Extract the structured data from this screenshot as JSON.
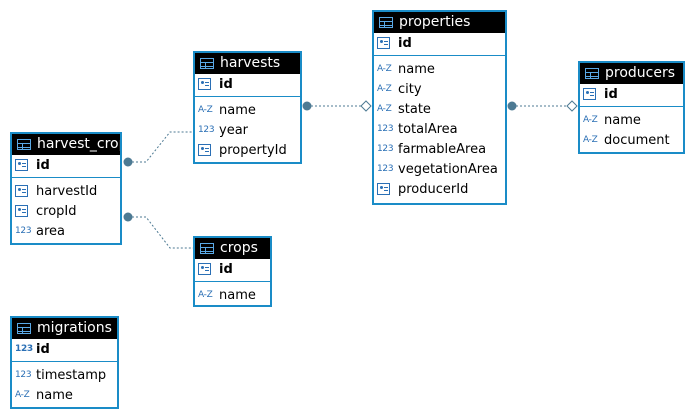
{
  "colors": {
    "border": "#1a8cc7",
    "header_bg": "#000000",
    "connector": "#4d7a93",
    "icon": "#2a6fb5"
  },
  "tables": {
    "harvest_crop": {
      "name": "harvest_crop",
      "pk": {
        "icon": "key-column-icon",
        "name": "id"
      },
      "columns": [
        {
          "icon": "key-column-icon",
          "name": "harvestId"
        },
        {
          "icon": "key-column-icon",
          "name": "cropId"
        },
        {
          "icon": "123",
          "name": "area"
        }
      ]
    },
    "harvests": {
      "name": "harvests",
      "pk": {
        "icon": "key-column-icon",
        "name": "id"
      },
      "columns": [
        {
          "icon": "A-Z",
          "name": "name"
        },
        {
          "icon": "123",
          "name": "year"
        },
        {
          "icon": "key-column-icon",
          "name": "propertyId"
        }
      ]
    },
    "crops": {
      "name": "crops",
      "pk": {
        "icon": "key-column-icon",
        "name": "id"
      },
      "columns": [
        {
          "icon": "A-Z",
          "name": "name"
        }
      ]
    },
    "properties": {
      "name": "properties",
      "pk": {
        "icon": "key-column-icon",
        "name": "id"
      },
      "columns": [
        {
          "icon": "A-Z",
          "name": "name"
        },
        {
          "icon": "A-Z",
          "name": "city"
        },
        {
          "icon": "A-Z",
          "name": "state"
        },
        {
          "icon": "123",
          "name": "totalArea"
        },
        {
          "icon": "123",
          "name": "farmableArea"
        },
        {
          "icon": "123",
          "name": "vegetationArea"
        },
        {
          "icon": "key-column-icon",
          "name": "producerId"
        }
      ]
    },
    "producers": {
      "name": "producers",
      "pk": {
        "icon": "key-column-icon",
        "name": "id"
      },
      "columns": [
        {
          "icon": "A-Z",
          "name": "name"
        },
        {
          "icon": "A-Z",
          "name": "document"
        }
      ]
    },
    "migrations": {
      "name": "migrations",
      "pk": {
        "icon": "123",
        "name": "id"
      },
      "columns": [
        {
          "icon": "123",
          "name": "timestamp"
        },
        {
          "icon": "A-Z",
          "name": "name"
        }
      ]
    }
  },
  "relations": [
    {
      "from": "harvest_crop",
      "to": "harvests"
    },
    {
      "from": "harvest_crop",
      "to": "crops"
    },
    {
      "from": "harvests",
      "to": "properties"
    },
    {
      "from": "properties",
      "to": "producers"
    }
  ]
}
